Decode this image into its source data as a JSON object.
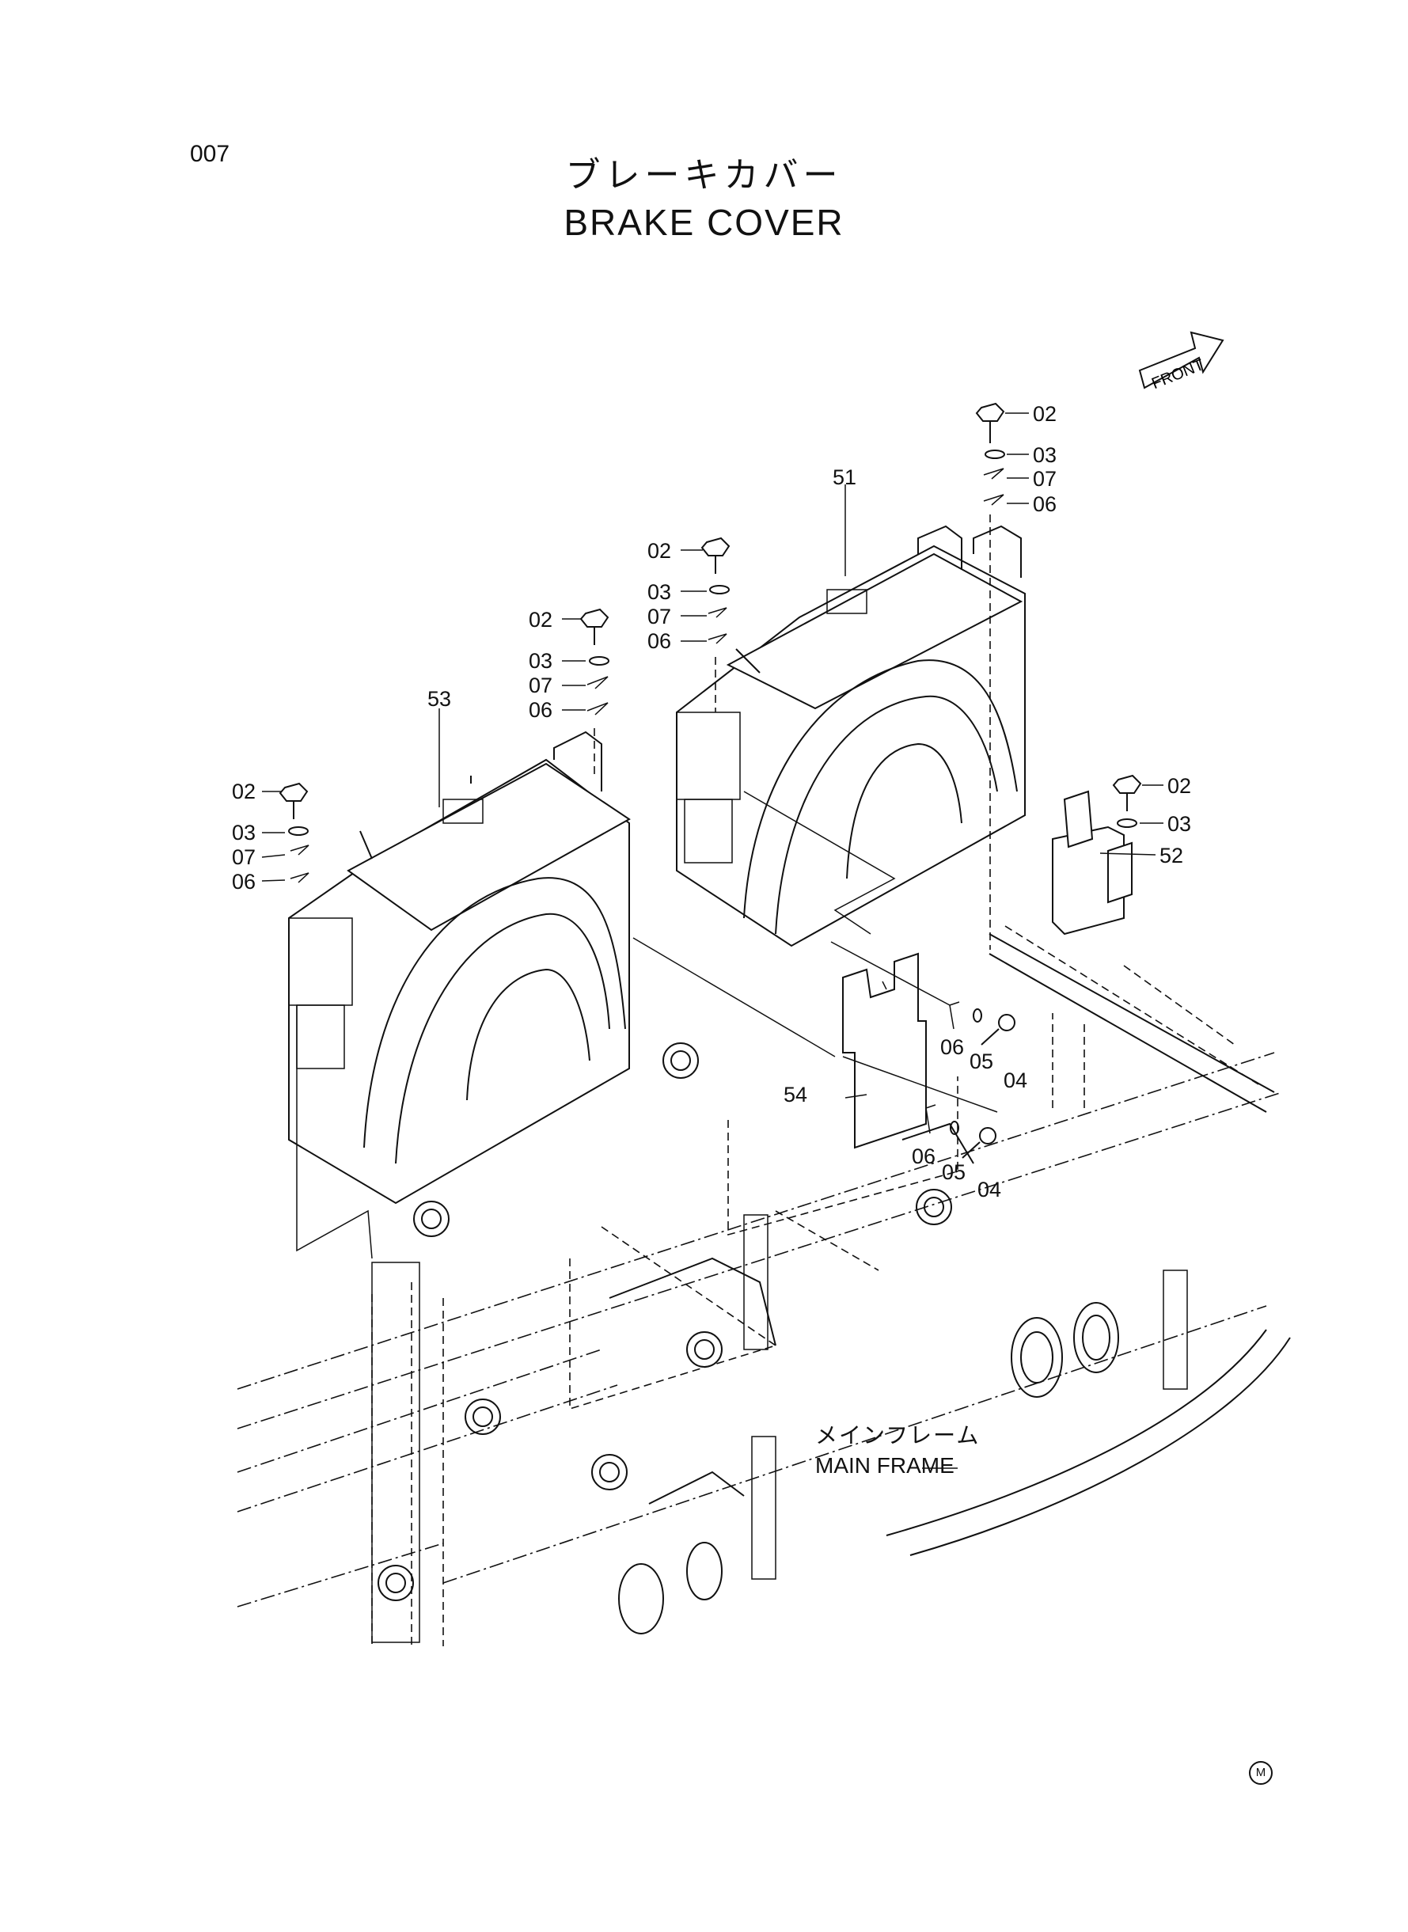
{
  "header": {
    "page_code": "007",
    "title_ja": "ブレーキカバー",
    "title_en": "BRAKE COVER"
  },
  "front_indicator": {
    "label": "FRONT"
  },
  "callouts": [
    {
      "id": "c53",
      "label": "53"
    },
    {
      "id": "c51",
      "label": "51"
    },
    {
      "id": "c52",
      "label": "52"
    },
    {
      "id": "c54",
      "label": "54"
    },
    {
      "id": "l02",
      "label": "02"
    },
    {
      "id": "l03",
      "label": "03"
    },
    {
      "id": "l07",
      "label": "07"
    },
    {
      "id": "l06",
      "label": "06"
    },
    {
      "id": "m02",
      "label": "02"
    },
    {
      "id": "m03",
      "label": "03"
    },
    {
      "id": "m07",
      "label": "07"
    },
    {
      "id": "m06",
      "label": "06"
    },
    {
      "id": "c02",
      "label": "02"
    },
    {
      "id": "c03",
      "label": "03"
    },
    {
      "id": "c07",
      "label": "07"
    },
    {
      "id": "c06",
      "label": "06"
    },
    {
      "id": "r02",
      "label": "02"
    },
    {
      "id": "r03",
      "label": "03"
    },
    {
      "id": "r07",
      "label": "07"
    },
    {
      "id": "r06",
      "label": "06"
    },
    {
      "id": "s02",
      "label": "02"
    },
    {
      "id": "s03",
      "label": "03"
    },
    {
      "id": "a06",
      "label": "06"
    },
    {
      "id": "a05",
      "label": "05"
    },
    {
      "id": "a04",
      "label": "04"
    },
    {
      "id": "b06",
      "label": "06"
    },
    {
      "id": "b05",
      "label": "05"
    },
    {
      "id": "b04",
      "label": "04"
    }
  ],
  "main_frame": {
    "label_ja": "メインフレーム",
    "label_en": "MAIN FRAME"
  },
  "corner_mark": "M"
}
